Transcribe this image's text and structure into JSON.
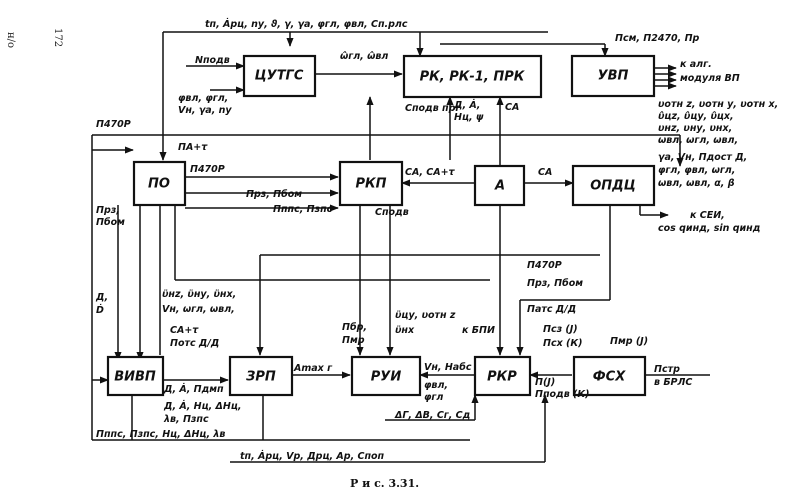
{
  "margin": {
    "left_top": "н/о",
    "page_number": "172"
  },
  "caption": "Р и с. 3.31.",
  "blocks": {
    "cutgs": "ЦУТГС",
    "rk": "РК, РК-1, ПРК",
    "uvp": "УВП",
    "po": "ПО",
    "rkp": "РКП",
    "a": "А",
    "opdc": "ОПДЦ",
    "vivp": "ВИВП",
    "zrp": "ЗРП",
    "rui": "РУИ",
    "rkr": "РКР",
    "fsh": "ФСХ"
  },
  "signals": {
    "top_bus": "tп, Ȧрц, nу, ϑ, γ, γа, φгл, φвл, Сп.рлс",
    "n_podv": "Nподв",
    "omega_gl": "ω̂гл, ω̂вл",
    "phi_group": "φвл, φгл,",
    "v_group": "Vн, γа, nу",
    "p_cm": "Псм, П2470, Пр",
    "to_alg": "к алг.",
    "to_module": "модуля ВП",
    "c_podv_prg": "Сподв прг",
    "a_ad": "Д, Ȧ,",
    "h_psi": "Hц, ψ",
    "c_a_top": "СА",
    "p_470p_left": "П470Р",
    "p_a_tau": "ПА+τ",
    "p_470p_po": "П470Р",
    "p_rz": "Прз,",
    "p_bom": "Пбом",
    "p_rz_bom_mid": "Прз, Пбом",
    "p_pps_pzs": "Пппс, Пзпс",
    "c_podv": "Сподв",
    "c_a_tau": "СА, СА+τ",
    "c_a_right": "СА",
    "v_list_1": "υотн z, υотн у, υотн x,",
    "v_list_2": "υ̂цz, υ̂цу, υ̂цх,",
    "v_list_3": "υнz, υну, υнх,",
    "v_list_4": "ωвл, ωгл, ωвл,",
    "gam_list_1": "γа, Vн, Пдост Д,",
    "gam_list_2": "φгл, φвл, ωгл,",
    "gam_list_3": "ωвл, ωвл, α, β",
    "to_sei": "к СЕИ,",
    "cos_sin": "cos qинд, sin qинд",
    "p_470p_right": "П470Р",
    "p_rz_bom_right": "Прз, Пбом",
    "p_atc_ad": "Патс Д/Д",
    "a_left": "Д,",
    "a_left2": "Ḋ",
    "v_mid_1": "ϋнz, ϋну, ϋнх,",
    "v_mid_2": "Vн, ωгл, ωвл,",
    "c_a_tau2": "СА+τ",
    "p_otc": "Потс Д/Д",
    "p_br": "Пбр,",
    "p_mr": "Пмр",
    "v_otn": "ϋцу, υотн z",
    "v_otn2": "ϋнх",
    "to_bpi": "к БПИ",
    "p_cz": "Псз (J)",
    "p_cx": "Псх (К)",
    "p_mr_j": "Пмр (J)",
    "p_str": "Пстр",
    "to_brls": "в БРЛС",
    "a_amaxg": "Аmax г",
    "vn_nabs": "Vн, Набс",
    "phi_vl": "φвл,",
    "phi_gl": "φгл",
    "ad_pdeg": "Д, Ȧ, Пдмп",
    "a_ad_h": "Д, Ȧ, Hц, ΔHц,",
    "lam_b": "λв, Пзпс",
    "dg_db": "ΔГ, ΔВ, Сг, Сд",
    "p_j_k": "П(J)",
    "p_podv_k": "Пподв (К)",
    "bottom_1": "Пппс, Пзпс, Hц, ΔHц, λв",
    "bottom_2": "tп, Ȧрц, Vр, Дрц, Ар, Споп"
  }
}
